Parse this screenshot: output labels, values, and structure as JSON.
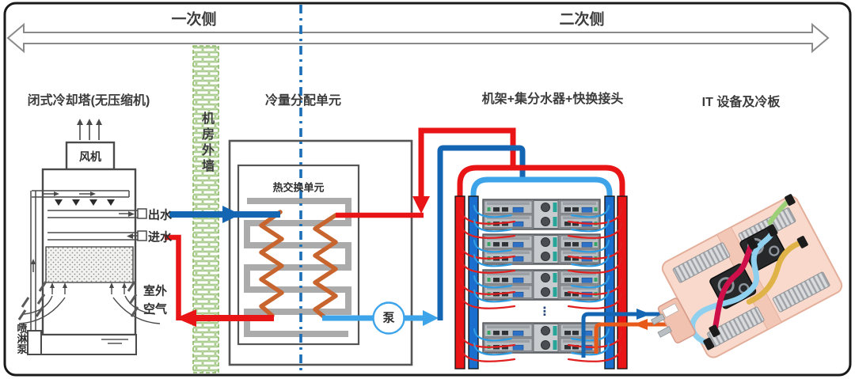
{
  "header": {
    "primary_side": "一次侧",
    "secondary_side": "二次侧"
  },
  "wall_label": "机房外墙",
  "tower": {
    "title": "闭式冷却塔(无压缩机)",
    "fan": "风机",
    "water_out": "出水",
    "water_in": "进水",
    "outdoor_air_1": "室外",
    "outdoor_air_2": "空气",
    "spray_pump": "喷淋泵"
  },
  "cdu": {
    "title": "冷量分配单元",
    "heat_exchange_unit": "热交换单元",
    "pump": "泵"
  },
  "rack": {
    "title": "机架+集分水器+快换接头",
    "ellipsis": "⋮"
  },
  "it_equipment": {
    "title": "IT 设备及冷板"
  },
  "colors": {
    "primary_supply_blue": "#1566b2",
    "hot_return_red": "#e81416",
    "secondary_supply_blue": "#3da4ea",
    "manifold_blue": "#1a6fce",
    "coldplate_return_orange": "#e85a1a",
    "wall_green": "#8ab865",
    "coil_orange": "#c8652f",
    "boundary_dash_blue": "#1b6db5"
  }
}
